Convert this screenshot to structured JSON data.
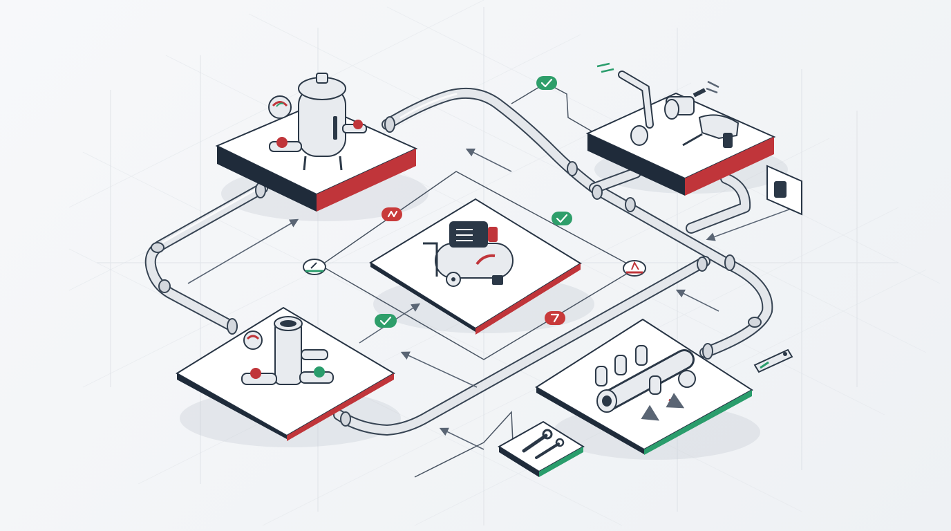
{
  "diagram": {
    "colors": {
      "pipe": "#e4e7eb",
      "outline": "#273444",
      "status_ok": "#2e9e6a",
      "status_fault": "#c83a3a",
      "platform_accent_red": "#c0353a",
      "platform_accent_green": "#2a9d6c",
      "background": "#f3f5f7"
    },
    "stations": [
      {
        "id": "pressure-tank",
        "icon": "pressure-tank-icon",
        "accent": "red"
      },
      {
        "id": "pipe-fitting-tool",
        "icon": "pipe-drill-icon",
        "accent": "red"
      },
      {
        "id": "air-compressor",
        "icon": "air-compressor-icon",
        "accent": "red"
      },
      {
        "id": "valve-tee",
        "icon": "valve-tee-icon",
        "accent": "red"
      },
      {
        "id": "manifold",
        "icon": "manifold-icon",
        "accent": "green"
      },
      {
        "id": "tools",
        "icon": "wrench-tools-icon",
        "accent": "green"
      }
    ],
    "status_badges": [
      {
        "icon": "check-icon",
        "state": "ok"
      },
      {
        "icon": "check-icon",
        "state": "ok"
      },
      {
        "icon": "check-icon",
        "state": "ok"
      },
      {
        "icon": "fault-icon",
        "state": "fault"
      },
      {
        "icon": "fault-icon",
        "state": "fault"
      },
      {
        "icon": "gauge-icon",
        "state": "neutral"
      },
      {
        "icon": "gauge-icon",
        "state": "neutral"
      }
    ]
  }
}
